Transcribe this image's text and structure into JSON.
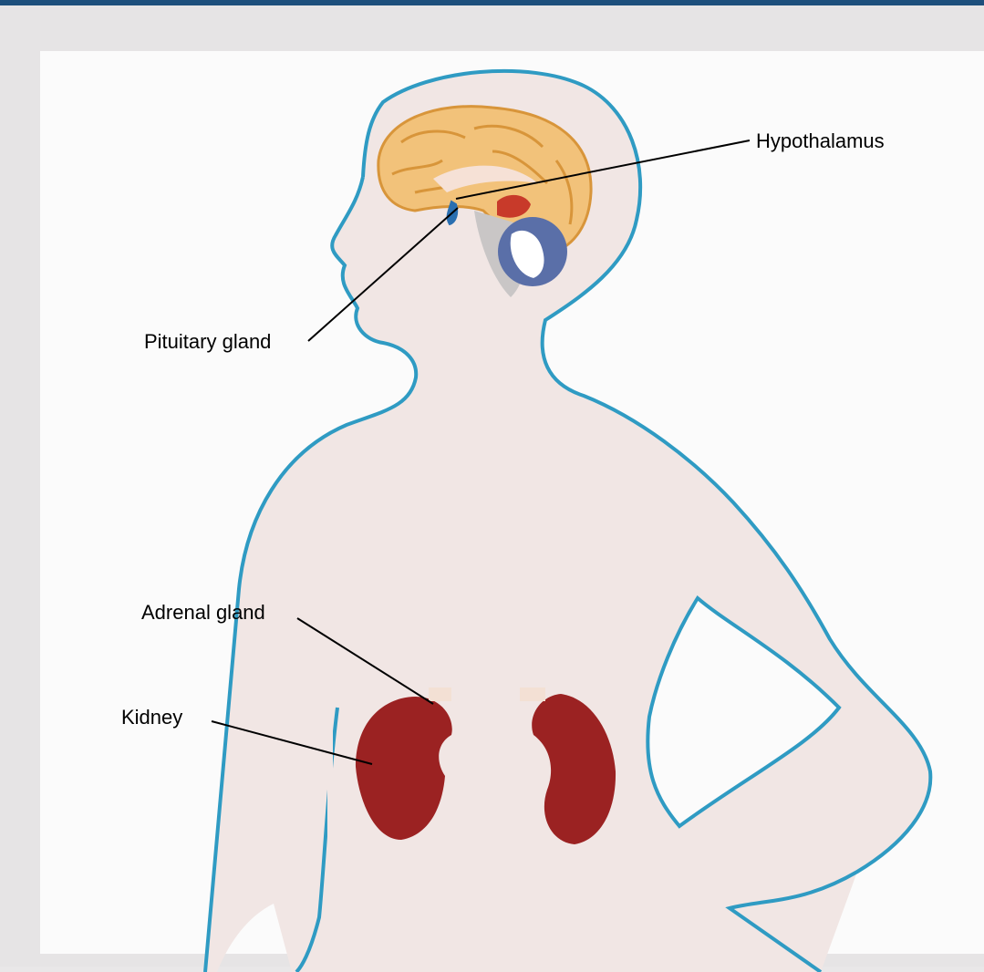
{
  "labels": {
    "hypothalamus": "Hypothalamus",
    "pituitary": "Pituitary gland",
    "adrenal": "Adrenal gland",
    "kidney": "Kidney"
  },
  "colors": {
    "frame_top": "#1d4f7c",
    "outline": "#2f9bc3",
    "body_fill": "#f1e6e4",
    "brain": "#f2c27a",
    "brain_stroke": "#d8953a",
    "kidney": "#9b2222",
    "hypothalamus": "#c83a2a",
    "pituitary": "#2a6fb0",
    "cerebellum": "#5a6fa8"
  }
}
